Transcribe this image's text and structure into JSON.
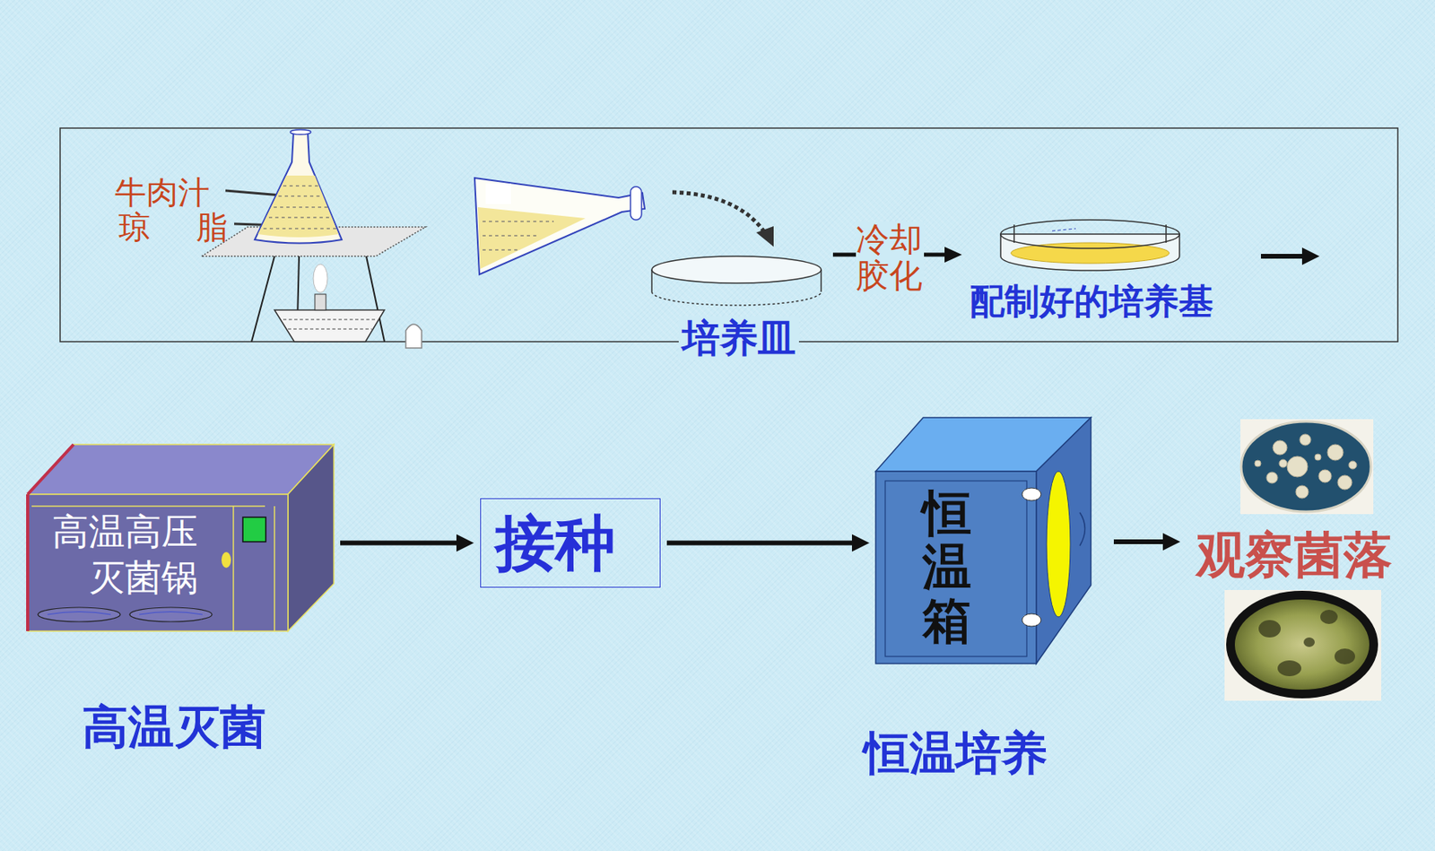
{
  "diagram": {
    "nodes": [
      {
        "text": [
          "高温高压 灭菌锅",
          "高温灭菌"
        ]
      },
      {
        "text": [
          "接种"
        ]
      },
      {
        "text": [
          "恒温箱",
          "恒温培养"
        ]
      }
    ],
    "edges": [
      {
        "from": 0,
        "to": 1,
        "arrow": "to"
      },
      {
        "from": 1,
        "to": 2,
        "arrow": "to"
      }
    ],
    "labels": [
      "牛肉汁",
      "琼 脂",
      "培养皿",
      "冷却 胶化",
      "配制好的培养基",
      "观察菌落"
    ]
  }
}
